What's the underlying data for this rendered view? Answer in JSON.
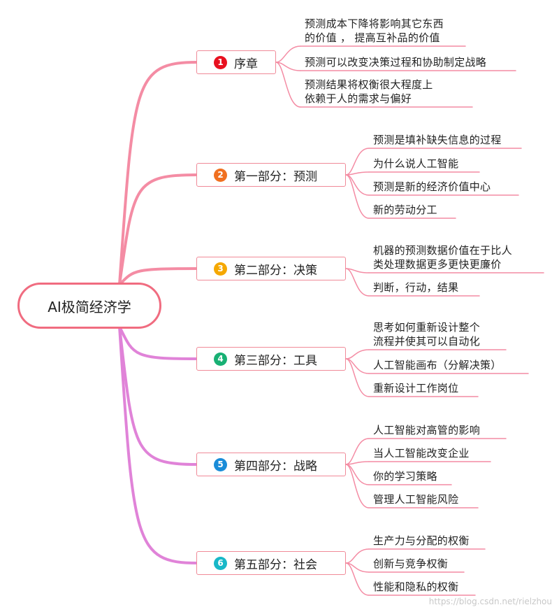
{
  "root": {
    "label": "AI极简经济学"
  },
  "colors": {
    "root_border": "#f06c80",
    "branch_border": "#f08a98",
    "line_pink": "#f48ca4",
    "line_magenta": "#e083d8",
    "badges": [
      "#e8101f",
      "#f07020",
      "#f5a800",
      "#18b074",
      "#1a8cd8",
      "#18b8c8"
    ]
  },
  "branches": [
    {
      "number": "1",
      "label": "序章",
      "children": [
        {
          "lines": [
            "预测成本下降将影响其它东西",
            "的价值 ， 提高互补品的价值"
          ]
        },
        {
          "lines": [
            "预测可以改变决策过程和协助制定战略"
          ]
        },
        {
          "lines": [
            "预测结果将权衡很大程度上",
            "依赖于人的需求与偏好"
          ]
        }
      ]
    },
    {
      "number": "2",
      "label": "第一部分：预测",
      "children": [
        {
          "lines": [
            "预测是填补缺失信息的过程"
          ]
        },
        {
          "lines": [
            "为什么说人工智能"
          ]
        },
        {
          "lines": [
            "预测是新的经济价值中心"
          ]
        },
        {
          "lines": [
            "新的劳动分工"
          ]
        }
      ]
    },
    {
      "number": "3",
      "label": "第二部分：决策",
      "children": [
        {
          "lines": [
            "机器的预测数据价值在于比人",
            "类处理数据更多更快更廉价"
          ]
        },
        {
          "lines": [
            "判断，行动，结果"
          ]
        }
      ]
    },
    {
      "number": "4",
      "label": "第三部分：工具",
      "children": [
        {
          "lines": [
            "思考如何重新设计整个",
            "流程并使其可以自动化"
          ]
        },
        {
          "lines": [
            "人工智能画布（分解决策）"
          ]
        },
        {
          "lines": [
            "重新设计工作岗位"
          ]
        }
      ]
    },
    {
      "number": "5",
      "label": "第四部分：战略",
      "children": [
        {
          "lines": [
            "人工智能对高管的影响"
          ]
        },
        {
          "lines": [
            "当人工智能改变企业"
          ]
        },
        {
          "lines": [
            "你的学习策略"
          ]
        },
        {
          "lines": [
            "管理人工智能风险"
          ]
        }
      ]
    },
    {
      "number": "6",
      "label": "第五部分：社会",
      "children": [
        {
          "lines": [
            "生产力与分配的权衡"
          ]
        },
        {
          "lines": [
            "创新与竞争权衡"
          ]
        },
        {
          "lines": [
            "性能和隐私的权衡"
          ]
        }
      ]
    }
  ],
  "watermark": "https://blog.csdn.net/rielzhou"
}
